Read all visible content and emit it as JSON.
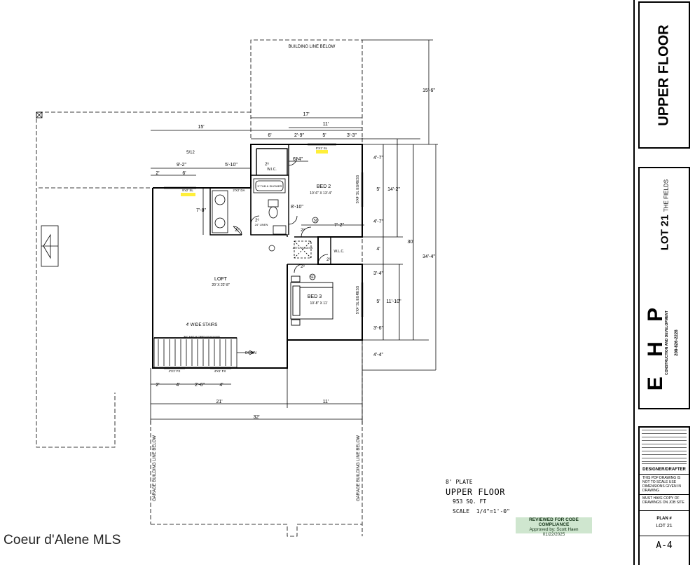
{
  "plan": {
    "building_line_label": "BUILDING LINE BELOW",
    "garage_line_label": "GARAGE BUILDING LINE BELOW",
    "dims": {
      "d15_6": "15'-6\"",
      "d17": "17'",
      "d11a": "11'",
      "d15": "15'",
      "d6a": "6'",
      "d2_9": "2'-9\"",
      "d5a": "5'",
      "d3_3": "3'-3\"",
      "d5_12": "5/12",
      "d9_2": "9'-2\"",
      "d5_10": "5'-10\"",
      "d2a": "2'",
      "d6b": "6'",
      "d4_7a": "4'-7\"",
      "d5b": "5'",
      "d14_2": "14'-2\"",
      "d4_7b": "4'-7\"",
      "d4a": "4'",
      "d3_4": "3'-4\"",
      "d5c": "5'",
      "d11_10": "11'-10\"",
      "d3_6": "3'-6\"",
      "d4_4": "4'-4\"",
      "d30": "30'",
      "d34_4": "34'-4\"",
      "d7_8": "7'-8\"",
      "d8_10": "8'-10\"",
      "d6_4": "6'-4\"",
      "d7_2": "7'-2\"",
      "d2b": "2'",
      "d4b": "4'",
      "d2_6": "2'-6\"",
      "d4c": "4'",
      "d21": "21'",
      "d11b": "11'",
      "d32": "32'"
    },
    "rooms": {
      "bed2": "BED 2",
      "bed2_size": "10'-6\" X 13'-4\"",
      "bed3": "BED 3",
      "bed3_size": "10'-8\" X 11'",
      "loft": "LOFT",
      "loft_size": "20' X 22'-8\"",
      "wic": "W.I.C.",
      "wlc": "W.L.C.",
      "stairs": "4' WIDE STAIRS",
      "railing": "36\" HIGH OPEN RAILING",
      "down": "DOWN",
      "attic": "ATTIC ACCESS",
      "linen": "24\" LINEN",
      "shower": "5' TUB & SHOWER",
      "door_26": "2⁶",
      "door_28": "2⁸",
      "win_sl": "5'X1' SL",
      "win_9x2": "9'x2' SL",
      "win_2x2": "2'X2' DA",
      "win_egress": "5'X4' SL EGRESS",
      "win_4x1": "4'X1' FX",
      "tag_sd": "SD"
    },
    "plate": "8' PLATE",
    "floor_label": "UPPER FLOOR",
    "sqft": "953 SQ. FT",
    "scale_label": "SCALE",
    "scale": "1/4\"=1'-0\""
  },
  "review": {
    "line1": "REVIEWED FOR CODE COMPLIANCE",
    "line2": "Approved by:  Scott Haen",
    "date": "01/22/2025"
  },
  "watermark": "Coeur d'Alene MLS",
  "titleblock": {
    "sheet_title": "UPPER FLOOR",
    "lot": "LOT 21",
    "subdivision": "THE FIELDS",
    "company": "E H P",
    "company_sub": "CONSTRUCTION AND DEVELOPMENT",
    "phone": "208-826-2228",
    "designer_label": "DESIGNER/DRAFTER",
    "scale_note": "THIS PDF DRAWING IS NOT TO SCALE USE DIMENSIONS GIVEN IN DRAWING",
    "copy_note": "MUST HAVE COPY OF DRAWINGS ON JOB SITE",
    "plan_no_label": "PLAN #",
    "plan_no": "LOT 21",
    "sheet_no": "A-4"
  }
}
